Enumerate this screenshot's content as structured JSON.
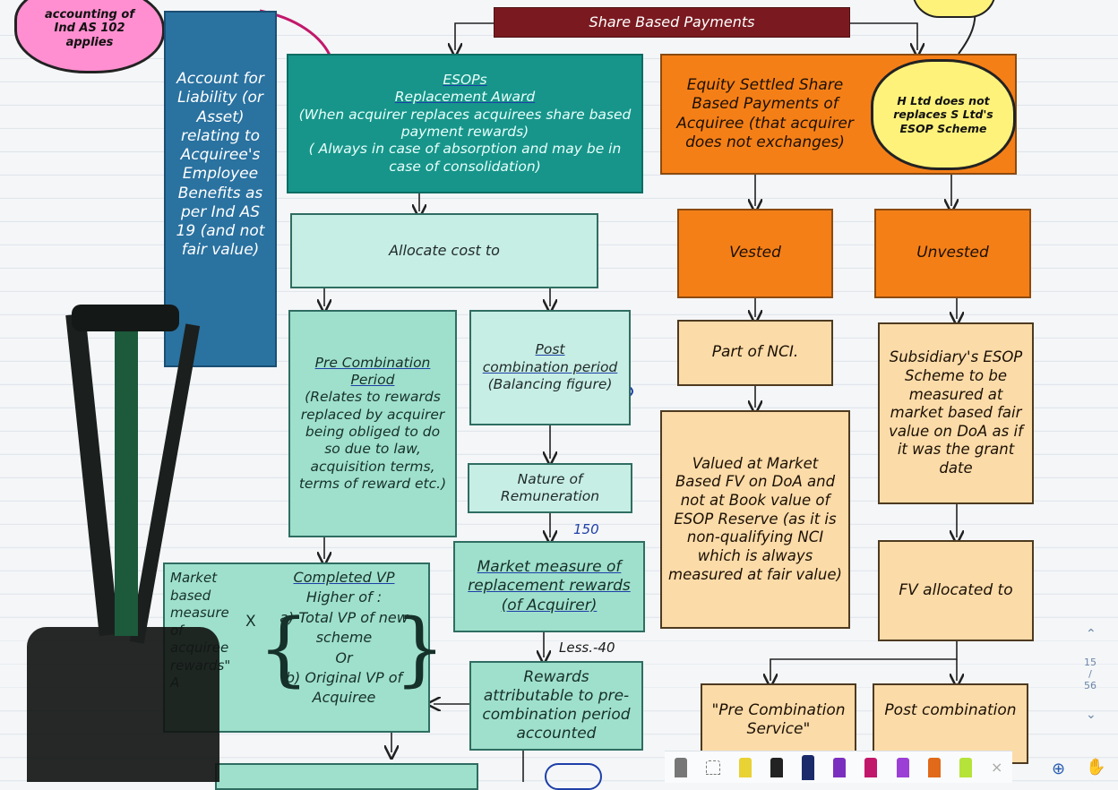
{
  "header": {
    "title": "Share Based Payments"
  },
  "note_pink": [
    "accounting of",
    "Ind AS 102",
    "applies"
  ],
  "left_column": {
    "text": "Account for Liability (or Asset) relating to Acquiree's Employee Benefits as per Ind AS 19 (and not fair value)"
  },
  "esops": {
    "line1": "ESOPs",
    "line2": "Replacement Award",
    "line3": "(When acquirer replaces acquirees share based payment rewards)",
    "line4": "( Always in case of absorption and may be in case of consolidation)"
  },
  "allocate": {
    "text": "Allocate cost to"
  },
  "pre_combination": {
    "title": "Pre Combination Period",
    "body": "(Relates to rewards replaced by acquirer being obliged to do so due to law, acquisition terms, terms of reward etc.)"
  },
  "post_combination": {
    "line1": "Post",
    "line2": "combination period",
    "line3": "(Balancing figure)"
  },
  "nature": {
    "text": "Nature of Remuneration"
  },
  "market_measure": {
    "line1": "Market measure of",
    "line2": "replacement rewards",
    "line3": "(of Acquirer)"
  },
  "rewards_attr": {
    "text": "Rewards attributable to pre-combination period accounted"
  },
  "completed_vp": {
    "title": "Completed VP",
    "higher": "Higher of :",
    "a": "a) Total VP of new scheme",
    "or": "Or",
    "b": "b) Original VP of Acquiree"
  },
  "partial_left": {
    "line1": "Market",
    "line2": "based",
    "line3": "measure",
    "line4": "of",
    "line5": "acquiree",
    "line6": "rewards\"",
    "line7": "A"
  },
  "annotations": {
    "n150": "150",
    "less40": "Less.-40",
    "x_mark": "X"
  },
  "equity_settled": {
    "text": "Equity Settled Share Based Payments of Acquiree (that acquirer does not exchanges)"
  },
  "cloud_note": {
    "text": "H Ltd does not replaces S Ltd's ESOP Scheme"
  },
  "vested": {
    "label": "Vested"
  },
  "unvested": {
    "label": "Unvested"
  },
  "part_nci": {
    "text": "Part of NCI."
  },
  "valued_market": {
    "text": "Valued at Market Based FV on DoA and not at Book value of ESOP Reserve (as it is non-qualifying NCI which is always measured at fair value)"
  },
  "subsidiary_esop": {
    "text": "Subsidiary's ESOP Scheme to be measured at market based fair value on DoA as if it was the grant date"
  },
  "fv_allocated": {
    "text": "FV allocated to"
  },
  "pre_comb_service": {
    "text": "\"Pre Combination Service\""
  },
  "post_comb": {
    "text": "Post combination"
  },
  "page_indicator": {
    "current": "15",
    "total": "56"
  },
  "colors": {
    "title_bar": "#7a1a20",
    "teal_dark": "#17958a",
    "teal_light": "#c7eee4",
    "navy": "#2a72a0",
    "orange": "#f57f17",
    "peach": "#fbdba8",
    "cloud_yellow": "#fff27a",
    "cloud_pink": "#ff8fd0",
    "ink": "#1e3fa8"
  },
  "icons": [
    "zoom-in-icon",
    "hand-icon",
    "chevron-up-icon",
    "chevron-down-icon"
  ]
}
